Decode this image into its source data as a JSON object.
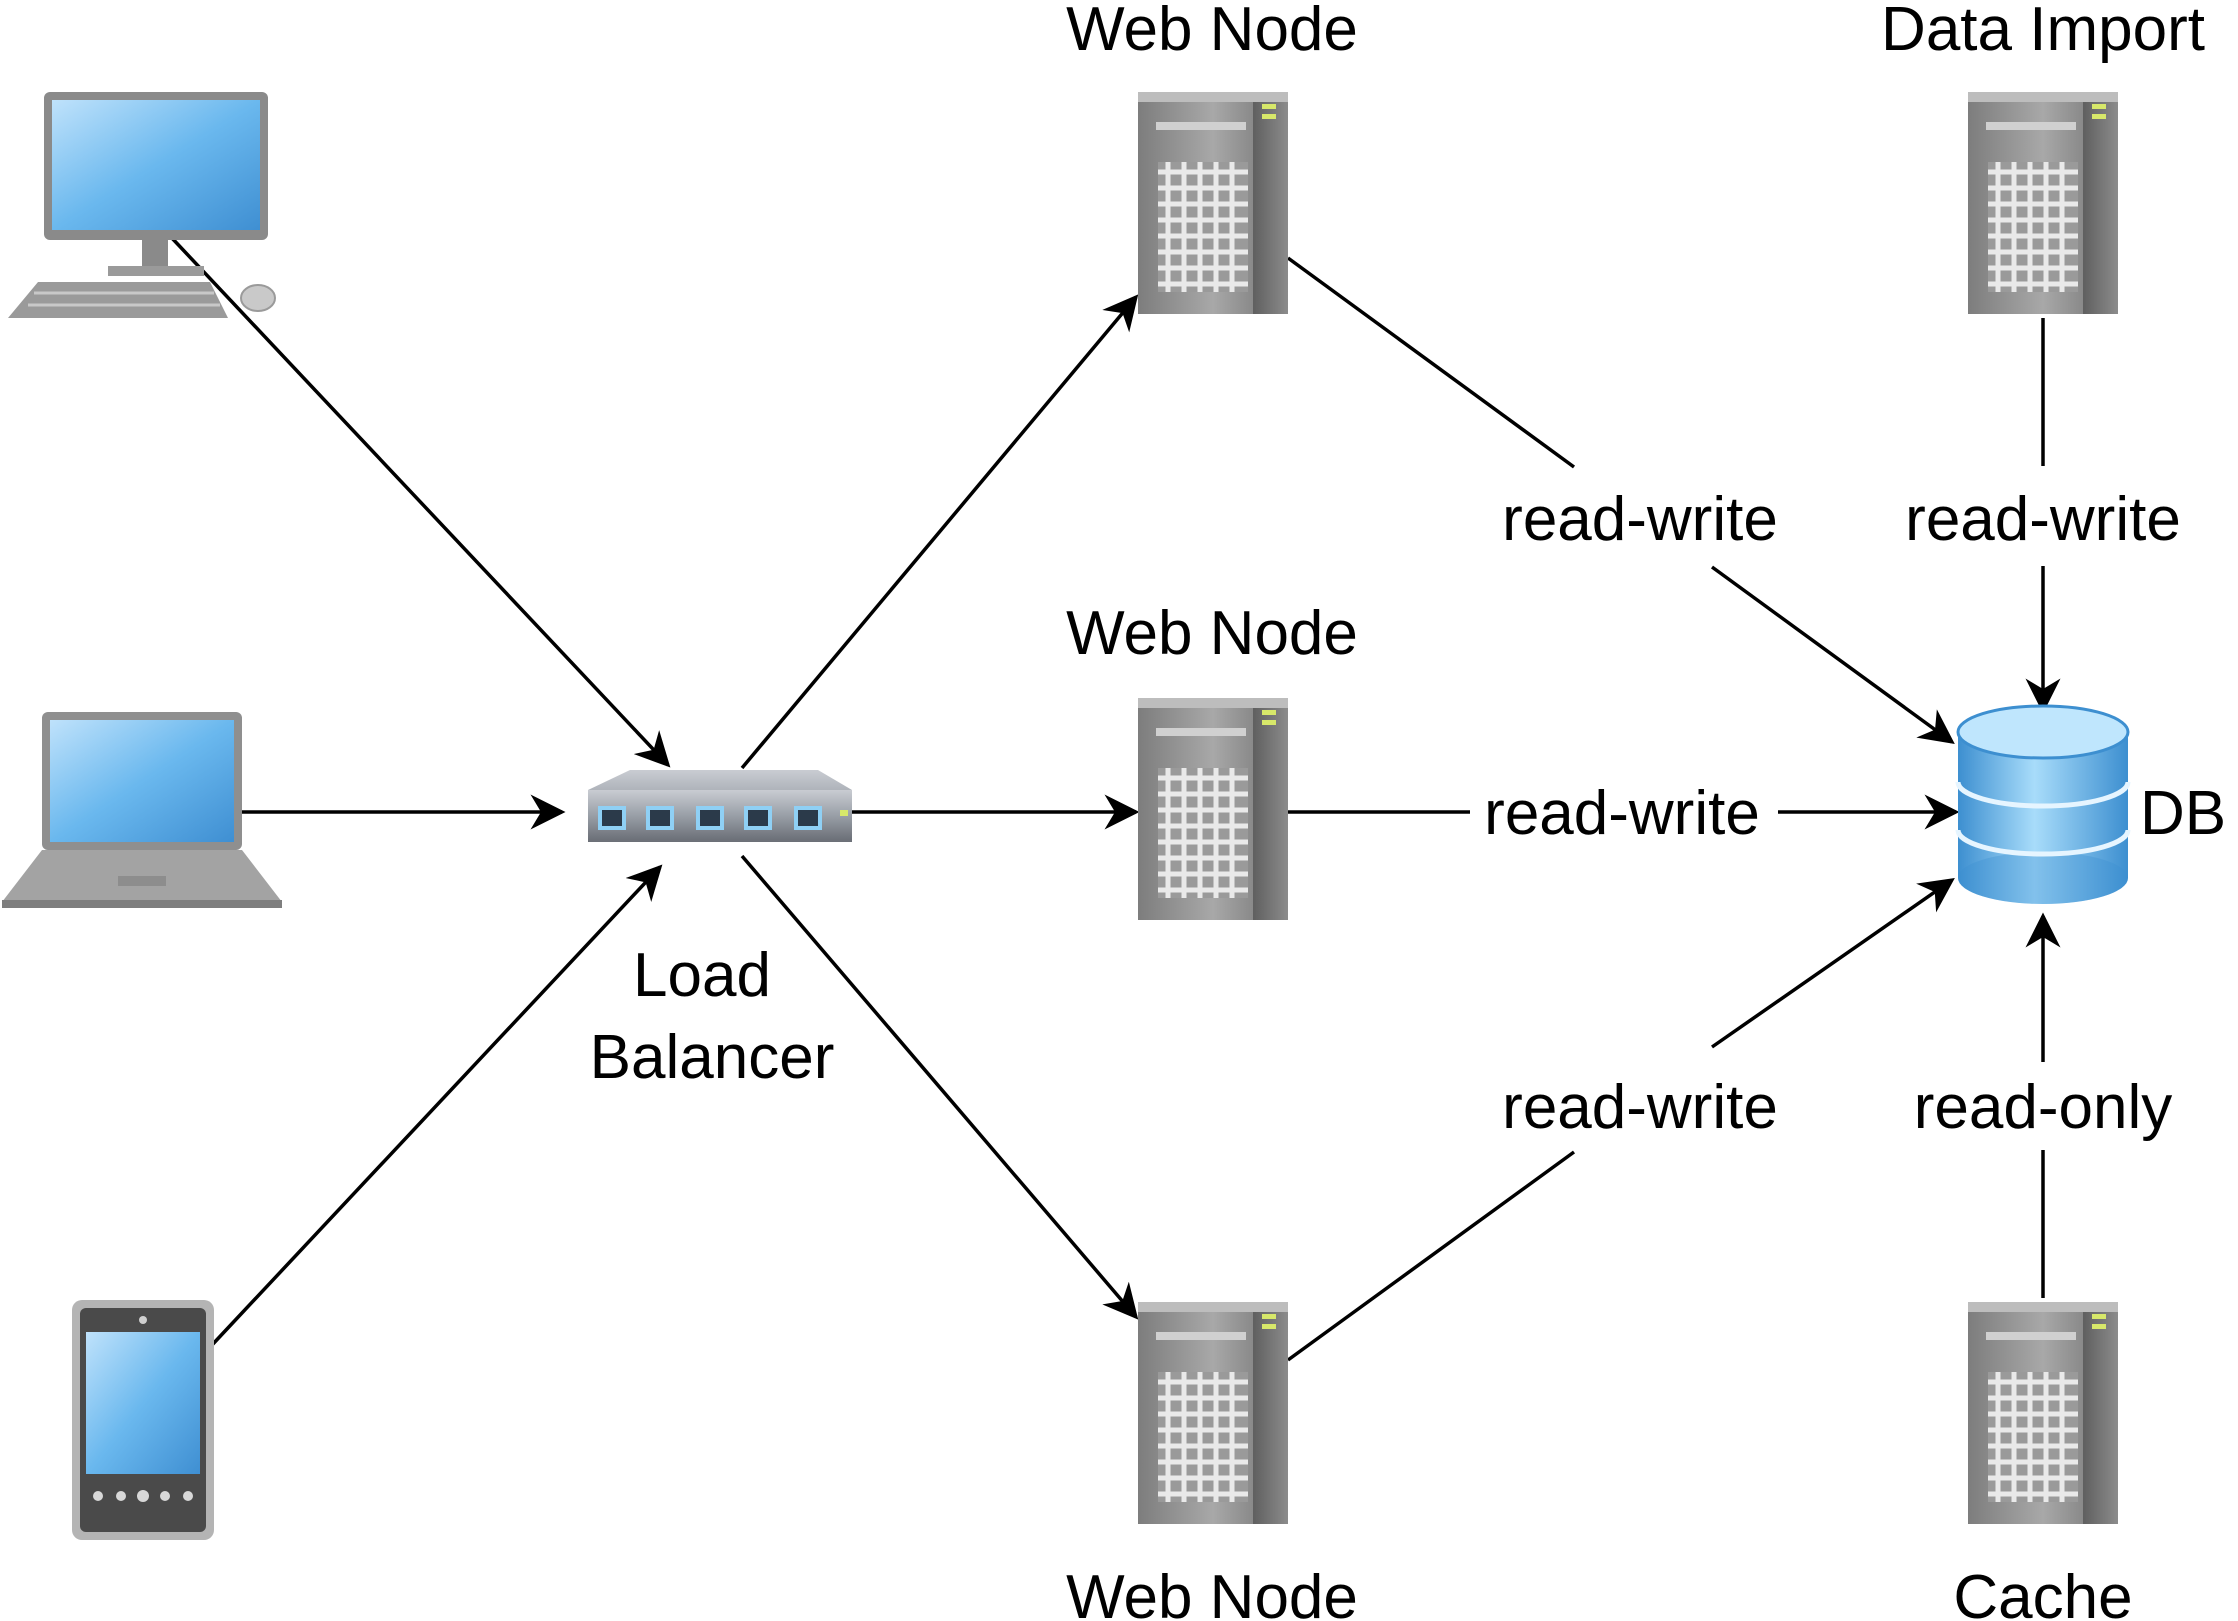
{
  "nodes": {
    "desktop": {
      "icon": "desktop-computer-icon"
    },
    "laptop": {
      "icon": "laptop-icon"
    },
    "tablet": {
      "icon": "tablet-icon"
    },
    "load_balancer": {
      "icon": "network-switch-icon",
      "label_line1": "Load",
      "label_line2": "Balancer"
    },
    "web_node_top": {
      "icon": "server-tower-icon",
      "label": "Web Node"
    },
    "web_node_middle": {
      "icon": "server-tower-icon",
      "label": "Web Node"
    },
    "web_node_bottom": {
      "icon": "server-tower-icon",
      "label": "Web Node"
    },
    "data_import": {
      "icon": "server-tower-icon",
      "label": "Data Import"
    },
    "cache": {
      "icon": "server-tower-icon",
      "label": "Cache"
    },
    "db": {
      "icon": "database-icon",
      "label": "DB"
    }
  },
  "edges": [
    {
      "from": "desktop",
      "to": "load_balancer",
      "label": ""
    },
    {
      "from": "laptop",
      "to": "load_balancer",
      "label": ""
    },
    {
      "from": "tablet",
      "to": "load_balancer",
      "label": ""
    },
    {
      "from": "load_balancer",
      "to": "web_node_top",
      "label": ""
    },
    {
      "from": "load_balancer",
      "to": "web_node_middle",
      "label": ""
    },
    {
      "from": "load_balancer",
      "to": "web_node_bottom",
      "label": ""
    },
    {
      "from": "web_node_top",
      "to": "db",
      "label": "read-write"
    },
    {
      "from": "web_node_middle",
      "to": "db",
      "label": "read-write"
    },
    {
      "from": "web_node_bottom",
      "to": "db",
      "label": "read-write"
    },
    {
      "from": "data_import",
      "to": "db",
      "label": "read-write"
    },
    {
      "from": "cache",
      "to": "db",
      "label": "read-only"
    }
  ],
  "colors": {
    "screen_blue": "#4fa3e0",
    "server_gray": "#8a8a8a",
    "db_blue": "#5fb2e8",
    "line": "#000000"
  }
}
